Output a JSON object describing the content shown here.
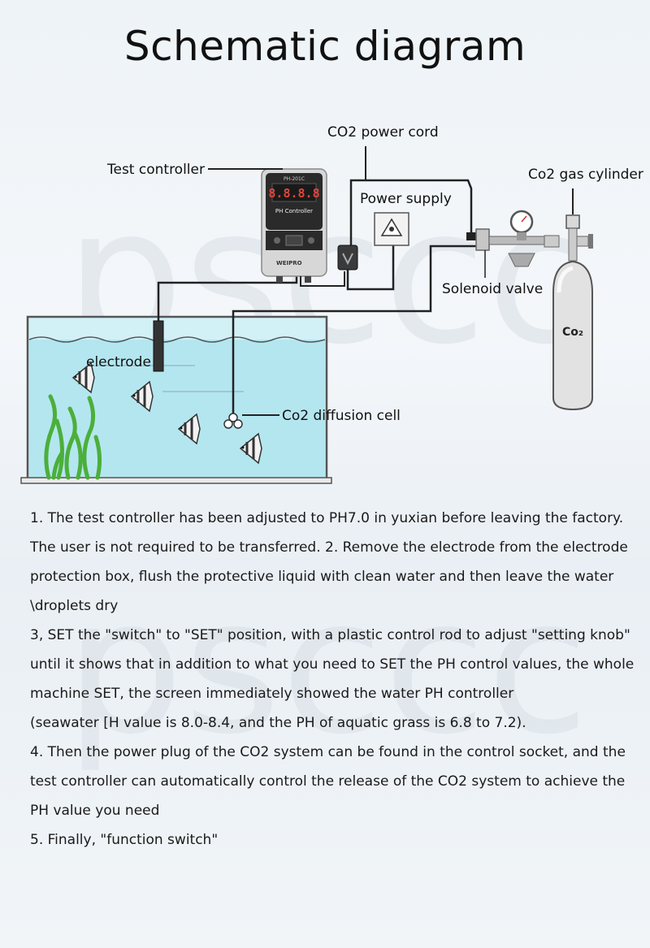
{
  "title": "Schematic diagram",
  "labels": {
    "co2_power_cord": "CO2 power cord",
    "test_controller": "Test controller",
    "co2_gas_cylinder": "Co2 gas cylinder",
    "power_supply": "Power supply",
    "solenoid_valve": "Solenoid valve",
    "electrode": "electrode",
    "co2_diffusion_cell": "Co2 diffusion cell"
  },
  "device": {
    "model": "PH-201C",
    "display": "8.8.8.8",
    "name": "PH Controller",
    "brand": "WEIPRO"
  },
  "cylinder_mark": "Co₂",
  "watermark": "psccc",
  "instructions": [
    "1. The test controller has been adjusted to PH7.0 in yuxian before leaving the factory.",
    "The user is not required to be transferred. 2. Remove the electrode from the electrode",
    "protection box, flush the protective liquid with clean water and then leave the water",
    "\\droplets dry",
    "3, SET the \"switch\" to \"SET\" position, with a plastic control rod to adjust \"setting knob\"",
    "until it shows that in addition to what you need to SET the PH control values, the whole",
    "machine SET, the screen immediately showed the water PH controller",
    "(seawater [H value is 8.0-8.4, and the PH of aquatic grass is 6.8 to 7.2).",
    "4. Then the power plug of the CO2 system can be found in the control socket, and the",
    "test controller can automatically control the release of the CO2 system to achieve the",
    "PH value you need",
    "5. Finally, \"function switch\""
  ]
}
